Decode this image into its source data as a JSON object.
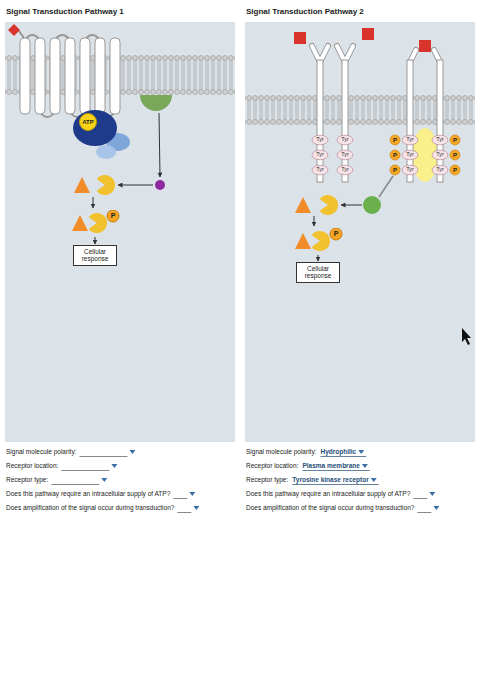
{
  "diagram": {
    "nodes": [
      {
        "text": [
          "Signal Transduction Pathway 1"
        ]
      },
      {
        "text": [
          "ATP"
        ],
        "in": 0
      },
      {
        "text": [
          "P"
        ],
        "in": 0
      },
      {
        "text": [
          "Cellular response"
        ],
        "in": 0
      },
      {
        "text": [
          "Signal Transduction Pathway 2"
        ]
      },
      {
        "text": [
          "P"
        ],
        "in": 4
      },
      {
        "text": [
          "Cellular response"
        ],
        "in": 4
      }
    ],
    "edges": [
      {
        "from": 2,
        "to": 3,
        "arrow": "to"
      },
      {
        "from": 5,
        "to": 6,
        "arrow": "to"
      }
    ],
    "labels": [
      "Signal molecule polarity:",
      "Receptor location:",
      "Receptor type:",
      "Does this pathway require an intracellular supply of ATP?",
      "Does amplification of the signal occur during transduction?",
      "Signal molecule polarity:",
      "Hydrophilic",
      "Receptor location:",
      "Plasma membrane",
      "Receptor type:",
      "Tyrosine kinase receptor",
      "Does this pathway require an intracellular supply of ATP?",
      "Does amplification of the signal occur during transduction?",
      "Tyr",
      "Tyr",
      "Tyr",
      "Tyr",
      "Tyr",
      "Tyr",
      "Tyr",
      "Tyr",
      "Tyr",
      "Tyr",
      "Tyr",
      "Tyr",
      "P",
      "P",
      "P",
      "P",
      "P",
      "P"
    ]
  }
}
